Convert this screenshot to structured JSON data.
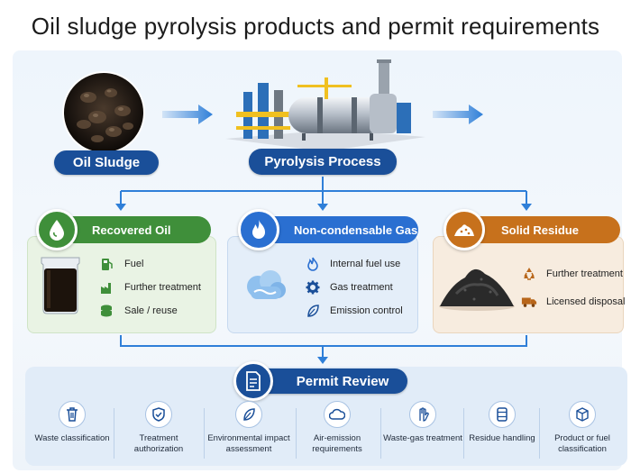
{
  "title": "Oil sludge pyrolysis products and permit requirements",
  "process": {
    "input_label": "Oil Sludge",
    "process_label": "Pyrolysis Process"
  },
  "products": {
    "oil": {
      "title": "Recovered Oil",
      "color": "#3f8f3a",
      "items": [
        "Fuel",
        "Further treatment",
        "Sale / reuse"
      ]
    },
    "gas": {
      "title": "Non-condensable Gas",
      "color": "#2a6fd1",
      "items": [
        "Internal fuel use",
        "Gas treatment",
        "Emission control"
      ]
    },
    "residue": {
      "title": "Solid Residue",
      "color": "#c7711c",
      "items": [
        "Further treatment",
        "Licensed disposal"
      ]
    }
  },
  "permit": {
    "title": "Permit Review",
    "requirements": [
      {
        "label": "Waste classification",
        "icon": "trash-icon"
      },
      {
        "label": "Treatment authorization",
        "icon": "shield-check-icon"
      },
      {
        "label": "Environmental impact assessment",
        "icon": "leaf-icon"
      },
      {
        "label": "Air-emission requirements",
        "icon": "cloud-icon"
      },
      {
        "label": "Waste-gas treatment",
        "icon": "hand-icon"
      },
      {
        "label": "Residue handling",
        "icon": "barrel-icon"
      },
      {
        "label": "Product or fuel classification",
        "icon": "cube-icon"
      }
    ]
  },
  "colors": {
    "navy": "#1a4f99",
    "arrow_blue": "#2f7fd8",
    "oil_bg": "#e9f3e4",
    "gas_bg": "#e4eef9",
    "residue_bg": "#f7ecdf"
  }
}
